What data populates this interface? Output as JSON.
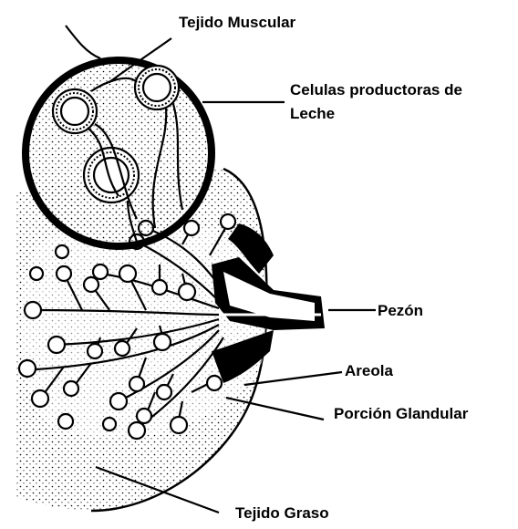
{
  "diagram": {
    "labels": {
      "tejido_muscular": "Tejido Muscular",
      "celulas_line1": "Celulas productoras de",
      "celulas_line2": "Leche",
      "pezon": "Pezón",
      "areola": "Areola",
      "porcion_glandular": "Porción Glandular",
      "tejido_graso": "Tejido Graso"
    },
    "colors": {
      "ink": "#000000",
      "background": "#ffffff"
    }
  }
}
